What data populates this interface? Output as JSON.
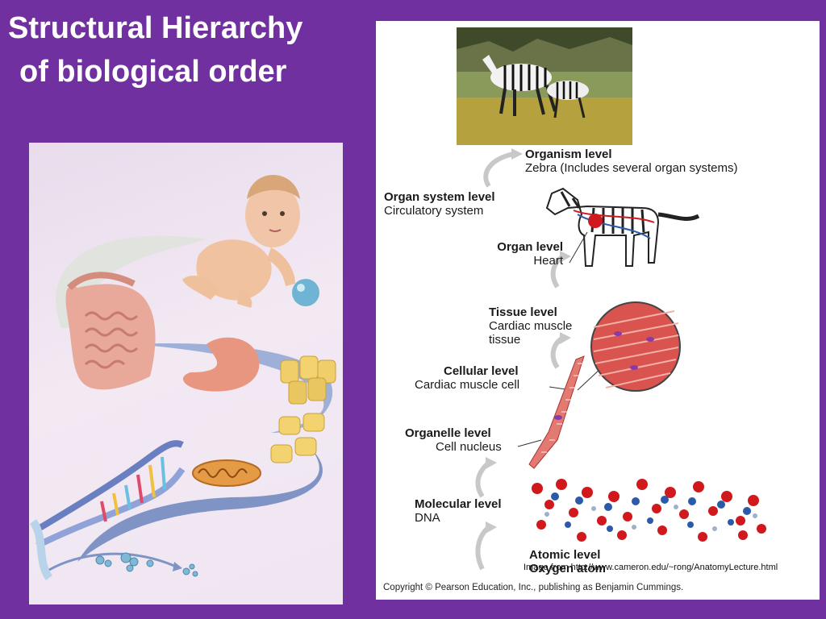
{
  "slide": {
    "title_line1": "Structural Hierarchy",
    "title_line2": "of biological order"
  },
  "diagram": {
    "levels": [
      {
        "name": "Organism level",
        "desc": "Zebra (Includes several organ systems)"
      },
      {
        "name": "Organ system level",
        "desc": "Circulatory system"
      },
      {
        "name": "Organ level",
        "desc": "Heart"
      },
      {
        "name": "Tissue level",
        "desc": "Cardiac muscle",
        "desc2": "tissue"
      },
      {
        "name": "Cellular level",
        "desc": "Cardiac muscle cell"
      },
      {
        "name": "Organelle level",
        "desc": "Cell nucleus"
      },
      {
        "name": "Molecular level",
        "desc": "DNA"
      },
      {
        "name": "Atomic level",
        "desc": "Oxygen atom"
      }
    ],
    "image_credit": "Image from http://www.cameron.edu/~rong/AnatomyLecture.html",
    "copyright": "Copyright © Pearson Education, Inc., publishing as Benjamin Cummings."
  },
  "colors": {
    "slide_background": "#7030a0",
    "title_text": "#ffffff",
    "muscle_red": "#d9534f",
    "dna_red": "#d0191c",
    "dna_blue": "#2a5aa8"
  }
}
